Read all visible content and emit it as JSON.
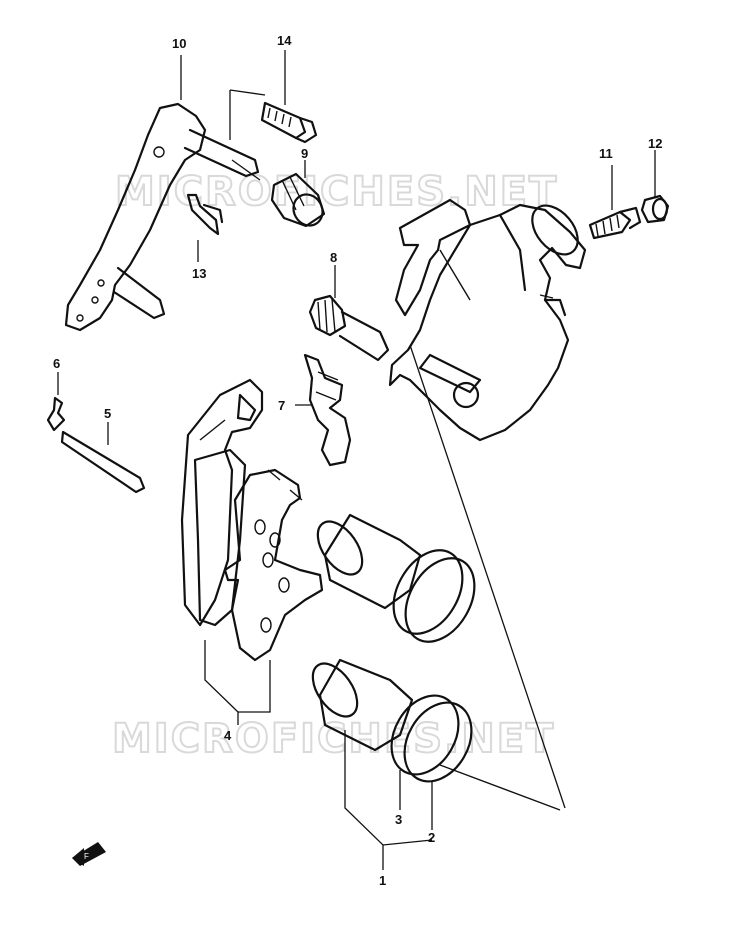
{
  "watermark": {
    "text": "MICROFICHES.NET"
  },
  "callouts": [
    {
      "id": "1",
      "text": "1"
    },
    {
      "id": "2",
      "text": "2"
    },
    {
      "id": "3",
      "text": "3"
    },
    {
      "id": "4",
      "text": "4"
    },
    {
      "id": "5",
      "text": "5"
    },
    {
      "id": "6",
      "text": "6"
    },
    {
      "id": "7",
      "text": "7"
    },
    {
      "id": "8",
      "text": "8"
    },
    {
      "id": "9",
      "text": "9"
    },
    {
      "id": "10",
      "text": "10"
    },
    {
      "id": "11",
      "text": "11"
    },
    {
      "id": "12",
      "text": "12"
    },
    {
      "id": "13",
      "text": "13"
    },
    {
      "id": "14",
      "text": "14"
    }
  ],
  "front_arrow": {
    "text": "F"
  }
}
